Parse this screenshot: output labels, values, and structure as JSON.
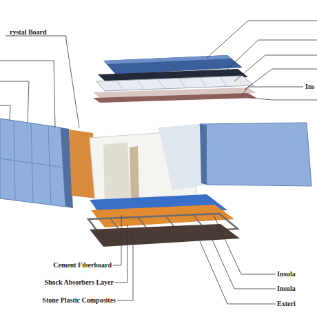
{
  "diagram": {
    "labels": [
      "rystal Board",
      "Ins",
      "Cement Fiberboard",
      "Shock Absorbers Layer",
      "Stone Plastic Composites",
      "Insula",
      "Insula",
      "Exteri"
    ]
  }
}
